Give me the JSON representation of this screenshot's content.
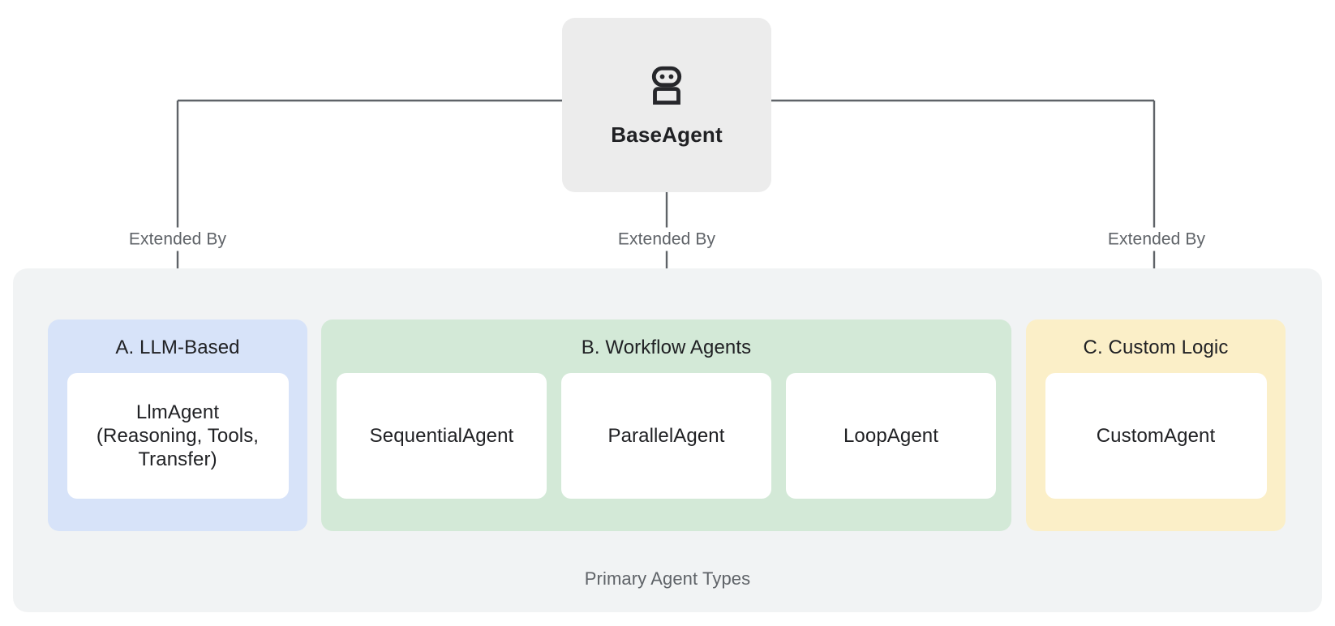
{
  "root": {
    "label": "BaseAgent",
    "icon": "robot-icon",
    "background": "#ececec"
  },
  "edges": [
    {
      "label": "Extended By",
      "target": "A. LLM-Based"
    },
    {
      "label": "Extended By",
      "target": "B. Workflow Agents"
    },
    {
      "label": "Extended By",
      "target": "C. Custom Logic"
    }
  ],
  "container": {
    "caption": "Primary Agent Types",
    "background": "#f1f3f4"
  },
  "groups": [
    {
      "id": "llm-based",
      "title": "A. LLM-Based",
      "color": "#d7e3f9",
      "children": [
        {
          "label": "LlmAgent\n(Reasoning, Tools,\nTransfer)"
        }
      ]
    },
    {
      "id": "workflow-agents",
      "title": "B. Workflow Agents",
      "color": "#d3e9d7",
      "children": [
        {
          "label": "SequentialAgent"
        },
        {
          "label": "ParallelAgent"
        },
        {
          "label": "LoopAgent"
        }
      ]
    },
    {
      "id": "custom-logic",
      "title": "C. Custom Logic",
      "color": "#fbefc8",
      "children": [
        {
          "label": "CustomAgent"
        }
      ]
    }
  ],
  "style": {
    "connector_color": "#5f6368",
    "label_color": "#5f6368",
    "text_color": "#202124",
    "card_background": "#ffffff"
  }
}
